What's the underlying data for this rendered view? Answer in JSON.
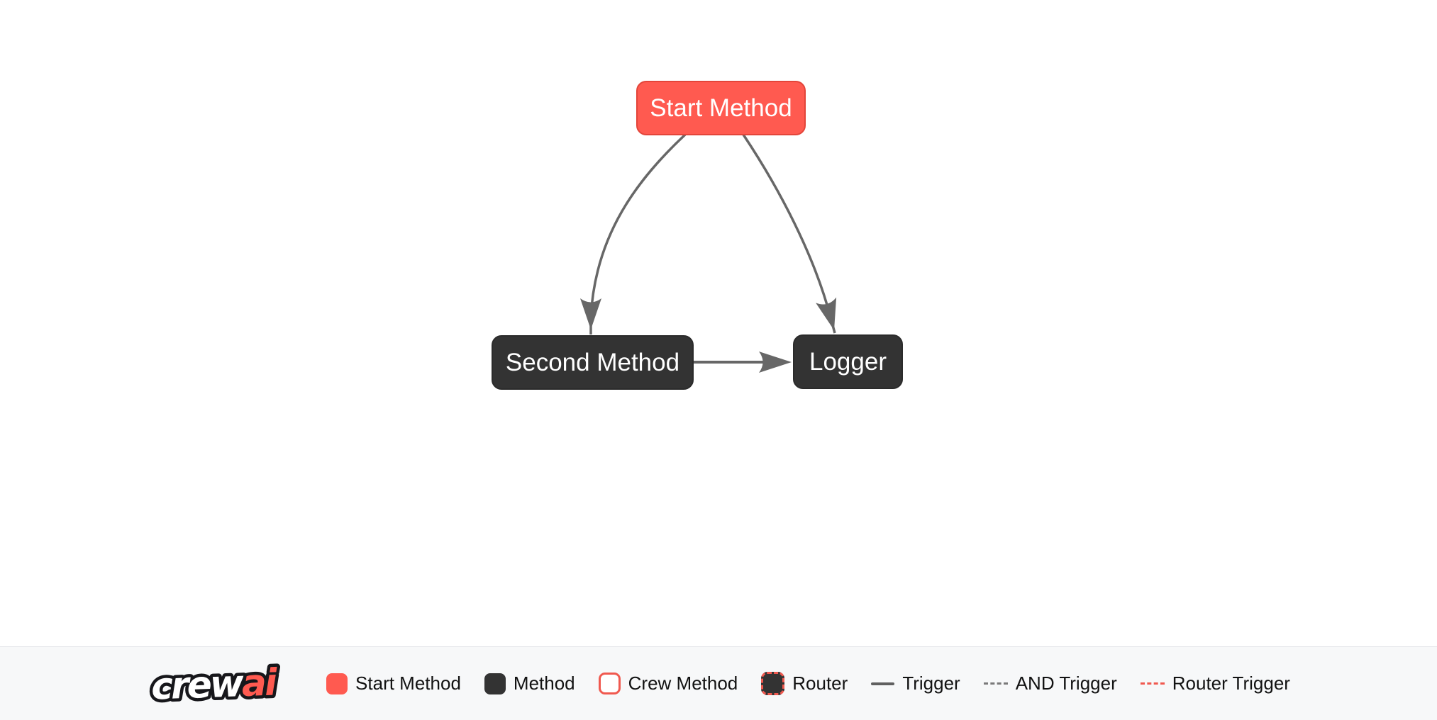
{
  "diagram": {
    "nodes": [
      {
        "id": "start",
        "label": "Start Method",
        "type": "start-method"
      },
      {
        "id": "second",
        "label": "Second Method",
        "type": "method"
      },
      {
        "id": "logger",
        "label": "Logger",
        "type": "method"
      }
    ],
    "edges": [
      {
        "from": "start",
        "to": "second",
        "type": "trigger"
      },
      {
        "from": "start",
        "to": "logger",
        "type": "trigger"
      },
      {
        "from": "second",
        "to": "logger",
        "type": "trigger"
      }
    ]
  },
  "footer": {
    "logo": {
      "part1": "crew",
      "part2": "ai",
      "name": "crewai-logo"
    },
    "legend": {
      "items": [
        {
          "label": "Start Method",
          "swatch": "start-method-swatch"
        },
        {
          "label": "Method",
          "swatch": "method-swatch"
        },
        {
          "label": "Crew Method",
          "swatch": "crew-method-swatch"
        },
        {
          "label": "Router",
          "swatch": "router-swatch"
        },
        {
          "label": "Trigger",
          "swatch": "trigger-line"
        },
        {
          "label": "AND Trigger",
          "swatch": "and-trigger-line"
        },
        {
          "label": "Router Trigger",
          "swatch": "router-trigger-line"
        }
      ]
    }
  },
  "colors": {
    "start_node_fill": "#ff5a50",
    "start_node_border": "#e3453a",
    "method_node_fill": "#333333",
    "edge_gray": "#676767",
    "router_red": "#f0594f",
    "footer_bg": "#f7f8f9",
    "canvas_bg": "#ffffff",
    "legend_text": "#121212"
  }
}
